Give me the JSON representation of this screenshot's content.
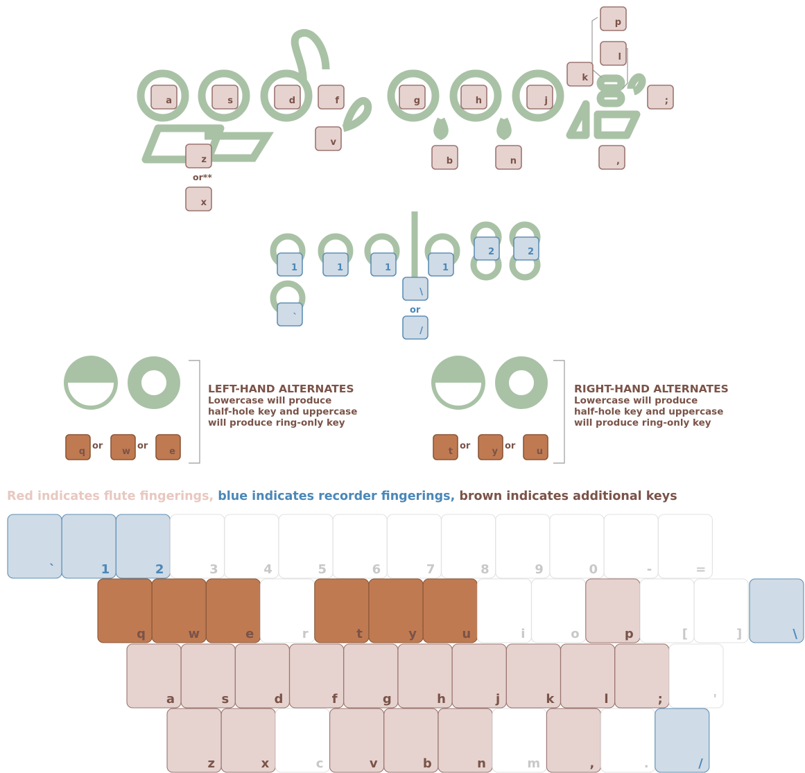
{
  "colors": {
    "flute_fill": "#e6d3cf",
    "flute_stroke": "#9b7470",
    "recorder_fill": "#cfdbe6",
    "recorder_stroke": "#5f8fb5",
    "brown_fill": "#c07a52",
    "brown_stroke": "#8a5636",
    "hole_green": "#a9c2a6",
    "flute_text": "#7a5348",
    "recorder_text": "#4a87b8",
    "legend_red": "#e8c8c0",
    "legend_blue": "#4a87b8",
    "legend_brown": "#7a5348",
    "plain_text": "#c8c8c8"
  },
  "flute_diagram": {
    "keys": [
      {
        "id": "a",
        "label": "a"
      },
      {
        "id": "s",
        "label": "s"
      },
      {
        "id": "d",
        "label": "d"
      },
      {
        "id": "f",
        "label": "f"
      },
      {
        "id": "v",
        "label": "v"
      },
      {
        "id": "z",
        "label": "z"
      },
      {
        "id": "x",
        "label": "x"
      },
      {
        "id": "g",
        "label": "g"
      },
      {
        "id": "h",
        "label": "h"
      },
      {
        "id": "j",
        "label": "j"
      },
      {
        "id": "b",
        "label": "b"
      },
      {
        "id": "n",
        "label": "n"
      },
      {
        "id": "k",
        "label": "k"
      },
      {
        "id": "p",
        "label": "p"
      },
      {
        "id": "l",
        "label": "l"
      },
      {
        "id": "semicolon",
        "label": ";"
      },
      {
        "id": "comma",
        "label": ","
      }
    ],
    "or_note": "or**"
  },
  "recorder_diagram": {
    "keys": [
      {
        "id": "r1",
        "label": "1"
      },
      {
        "id": "r2",
        "label": "1"
      },
      {
        "id": "r3",
        "label": "1"
      },
      {
        "id": "r4",
        "label": "1"
      },
      {
        "id": "r5",
        "label": "2"
      },
      {
        "id": "r6",
        "label": "2"
      },
      {
        "id": "rb",
        "label": "`"
      },
      {
        "id": "rbs",
        "label": "\\"
      },
      {
        "id": "rfs",
        "label": "/"
      }
    ],
    "or_text": "or"
  },
  "alternates": {
    "left": {
      "title": "LEFT-HAND ALTERNATES",
      "lines": [
        "Lowercase will produce",
        "half-hole key and uppercase",
        "will produce ring-only key"
      ],
      "keys": [
        "q",
        "w",
        "e"
      ],
      "or": "or"
    },
    "right": {
      "title": "RIGHT-HAND ALTERNATES",
      "lines": [
        "Lowercase will produce",
        "half-hole key and uppercase",
        "will produce ring-only key"
      ],
      "keys": [
        "t",
        "y",
        "u"
      ],
      "or": "or"
    }
  },
  "legend": {
    "red": "Red indicates flute fingerings,",
    "blue": "blue indicates recorder fingerings,",
    "brown": "brown indicates additional keys"
  },
  "keyboard": {
    "rows": [
      [
        {
          "label": "`",
          "type": "recorder"
        },
        {
          "label": "1",
          "type": "recorder"
        },
        {
          "label": "2",
          "type": "recorder"
        },
        {
          "label": "3",
          "type": "plain"
        },
        {
          "label": "4",
          "type": "plain"
        },
        {
          "label": "5",
          "type": "plain"
        },
        {
          "label": "6",
          "type": "plain"
        },
        {
          "label": "7",
          "type": "plain"
        },
        {
          "label": "8",
          "type": "plain"
        },
        {
          "label": "9",
          "type": "plain"
        },
        {
          "label": "0",
          "type": "plain"
        },
        {
          "label": "-",
          "type": "plain"
        },
        {
          "label": "=",
          "type": "plain"
        }
      ],
      [
        {
          "label": "q",
          "type": "brown"
        },
        {
          "label": "w",
          "type": "brown"
        },
        {
          "label": "e",
          "type": "brown"
        },
        {
          "label": "r",
          "type": "plain"
        },
        {
          "label": "t",
          "type": "brown"
        },
        {
          "label": "y",
          "type": "brown"
        },
        {
          "label": "u",
          "type": "brown"
        },
        {
          "label": "i",
          "type": "plain"
        },
        {
          "label": "o",
          "type": "plain"
        },
        {
          "label": "p",
          "type": "flute"
        },
        {
          "label": "[",
          "type": "plain"
        },
        {
          "label": "]",
          "type": "plain"
        },
        {
          "label": "\\",
          "type": "recorder"
        }
      ],
      [
        {
          "label": "a",
          "type": "flute"
        },
        {
          "label": "s",
          "type": "flute"
        },
        {
          "label": "d",
          "type": "flute"
        },
        {
          "label": "f",
          "type": "flute"
        },
        {
          "label": "g",
          "type": "flute"
        },
        {
          "label": "h",
          "type": "flute"
        },
        {
          "label": "j",
          "type": "flute"
        },
        {
          "label": "k",
          "type": "flute"
        },
        {
          "label": "l",
          "type": "flute"
        },
        {
          "label": ";",
          "type": "flute"
        },
        {
          "label": "'",
          "type": "plain"
        }
      ],
      [
        {
          "label": "z",
          "type": "flute"
        },
        {
          "label": "x",
          "type": "flute"
        },
        {
          "label": "c",
          "type": "plain"
        },
        {
          "label": "v",
          "type": "flute"
        },
        {
          "label": "b",
          "type": "flute"
        },
        {
          "label": "n",
          "type": "flute"
        },
        {
          "label": "m",
          "type": "plain"
        },
        {
          "label": ",",
          "type": "flute"
        },
        {
          "label": ".",
          "type": "plain"
        },
        {
          "label": "/",
          "type": "recorder"
        }
      ]
    ]
  }
}
